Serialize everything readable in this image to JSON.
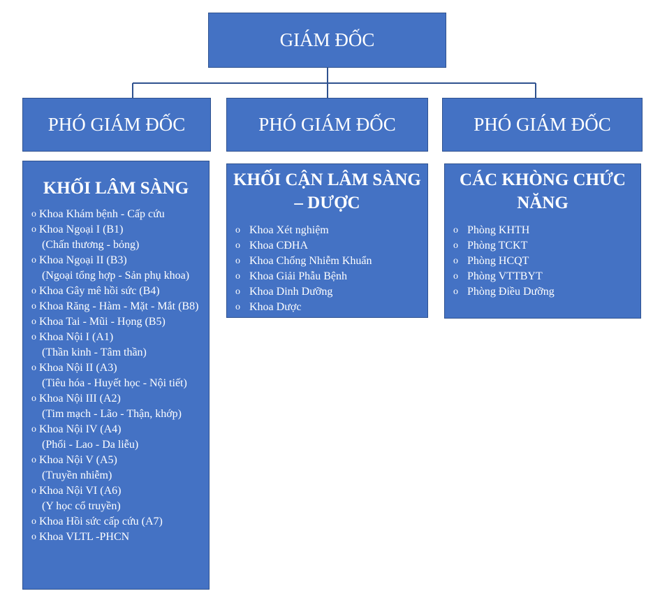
{
  "director": {
    "label": "GIÁM ĐỐC"
  },
  "vice_directors": [
    {
      "label": "PHÓ GIÁM ĐỐC"
    },
    {
      "label": "PHÓ GIÁM ĐỐC"
    },
    {
      "label": "PHÓ GIÁM ĐỐC"
    }
  ],
  "blocks": [
    {
      "title": "KHỐI LÂM SÀNG",
      "bullet": "o",
      "items": [
        {
          "text": "Khoa Khám bệnh - Cấp cứu",
          "sub": ""
        },
        {
          "text": "Khoa Ngoại I (B1)",
          "sub": "(Chấn thương - bỏng)"
        },
        {
          "text": "Khoa Ngoại II (B3)",
          "sub": "(Ngoại tổng hợp - Sản phụ khoa)"
        },
        {
          "text": "Khoa Gây mê hồi sức (B4)",
          "sub": ""
        },
        {
          "text": "Khoa Răng - Hàm - Mặt - Mắt (B8)",
          "sub": ""
        },
        {
          "text": "Khoa Tai - Mũi - Họng (B5)",
          "sub": ""
        },
        {
          "text": "Khoa Nội I (A1)",
          "sub": "(Thần kinh - Tâm thần)"
        },
        {
          "text": "Khoa Nội II (A3)",
          "sub": "(Tiêu hóa - Huyết học - Nội tiết)"
        },
        {
          "text": "Khoa Nội III (A2)",
          "sub": "(Tim mạch - Lão - Thận, khớp)"
        },
        {
          "text": "Khoa Nội IV (A4)",
          "sub": "(Phổi - Lao - Da liễu)"
        },
        {
          "text": "Khoa Nội V (A5)",
          "sub": "(Truyền nhiễm)"
        },
        {
          "text": "Khoa Nội VI (A6)",
          "sub": "(Y học cổ truyền)"
        },
        {
          "text": "Khoa Hồi sức cấp cứu (A7)",
          "sub": ""
        },
        {
          "text": "Khoa VLTL -PHCN",
          "sub": ""
        }
      ]
    },
    {
      "title": "KHỐI CẬN LÂM SÀNG – DƯỢC",
      "bullet": "o",
      "items": [
        {
          "text": "Khoa Xét nghiệm"
        },
        {
          "text": "Khoa CĐHA"
        },
        {
          "text": "Khoa Chống Nhiễm Khuẩn"
        },
        {
          "text": "Khoa Giải Phẫu Bệnh"
        },
        {
          "text": "Khoa Dinh Dưỡng"
        },
        {
          "text": "Khoa Dược"
        }
      ]
    },
    {
      "title": "CÁC KHÒNG CHỨC NĂNG",
      "bullet": "o",
      "items": [
        {
          "text": "Phòng KHTH"
        },
        {
          "text": "Phòng TCKT"
        },
        {
          "text": "Phòng HCQT"
        },
        {
          "text": "Phòng VTTBYT"
        },
        {
          "text": "Phòng Điều Dưỡng"
        }
      ]
    }
  ],
  "colors": {
    "box_fill": "#4472C4",
    "box_border": "#2F528F",
    "connector": "#2F528F",
    "text": "#FFFFFF"
  }
}
